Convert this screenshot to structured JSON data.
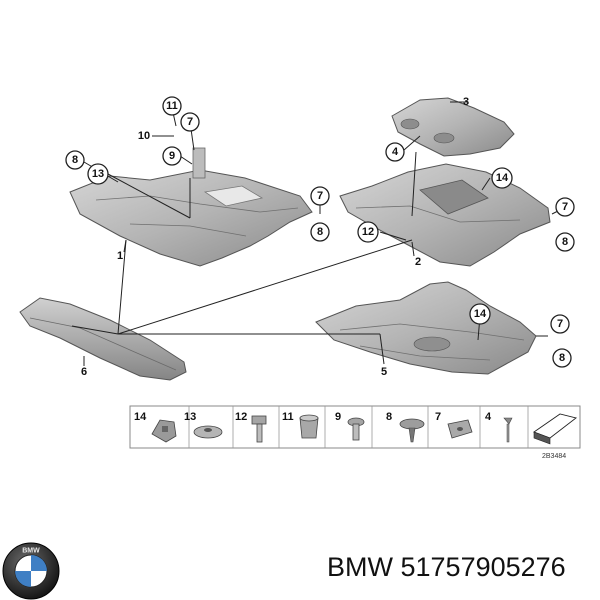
{
  "callouts": {
    "n11": "11",
    "n7a": "7",
    "n10": "10",
    "n9": "9",
    "n8a": "8",
    "n13": "13",
    "n3": "3",
    "n4": "4",
    "n14a": "14",
    "n7b": "7",
    "n8b": "8",
    "n12": "12",
    "n7c": "7",
    "n8c": "8",
    "n14b": "14",
    "n7d": "7",
    "n8d": "8"
  },
  "part_numbers": {
    "p1": "1",
    "p2": "2",
    "p5": "5",
    "p6": "6"
  },
  "hardware_strip": {
    "labels": [
      "14",
      "13",
      "12",
      "11",
      "9",
      "8",
      "7",
      "4"
    ],
    "reference_code": "2B3484"
  },
  "logo": {
    "brand_text": "BMW"
  },
  "caption": {
    "brand": "BMW",
    "part_number": "51757905276"
  },
  "colors": {
    "panel_light": "#c9c9c9",
    "panel_mid": "#a7a7a7",
    "panel_dark": "#7d7d7d",
    "line": "#222222"
  }
}
